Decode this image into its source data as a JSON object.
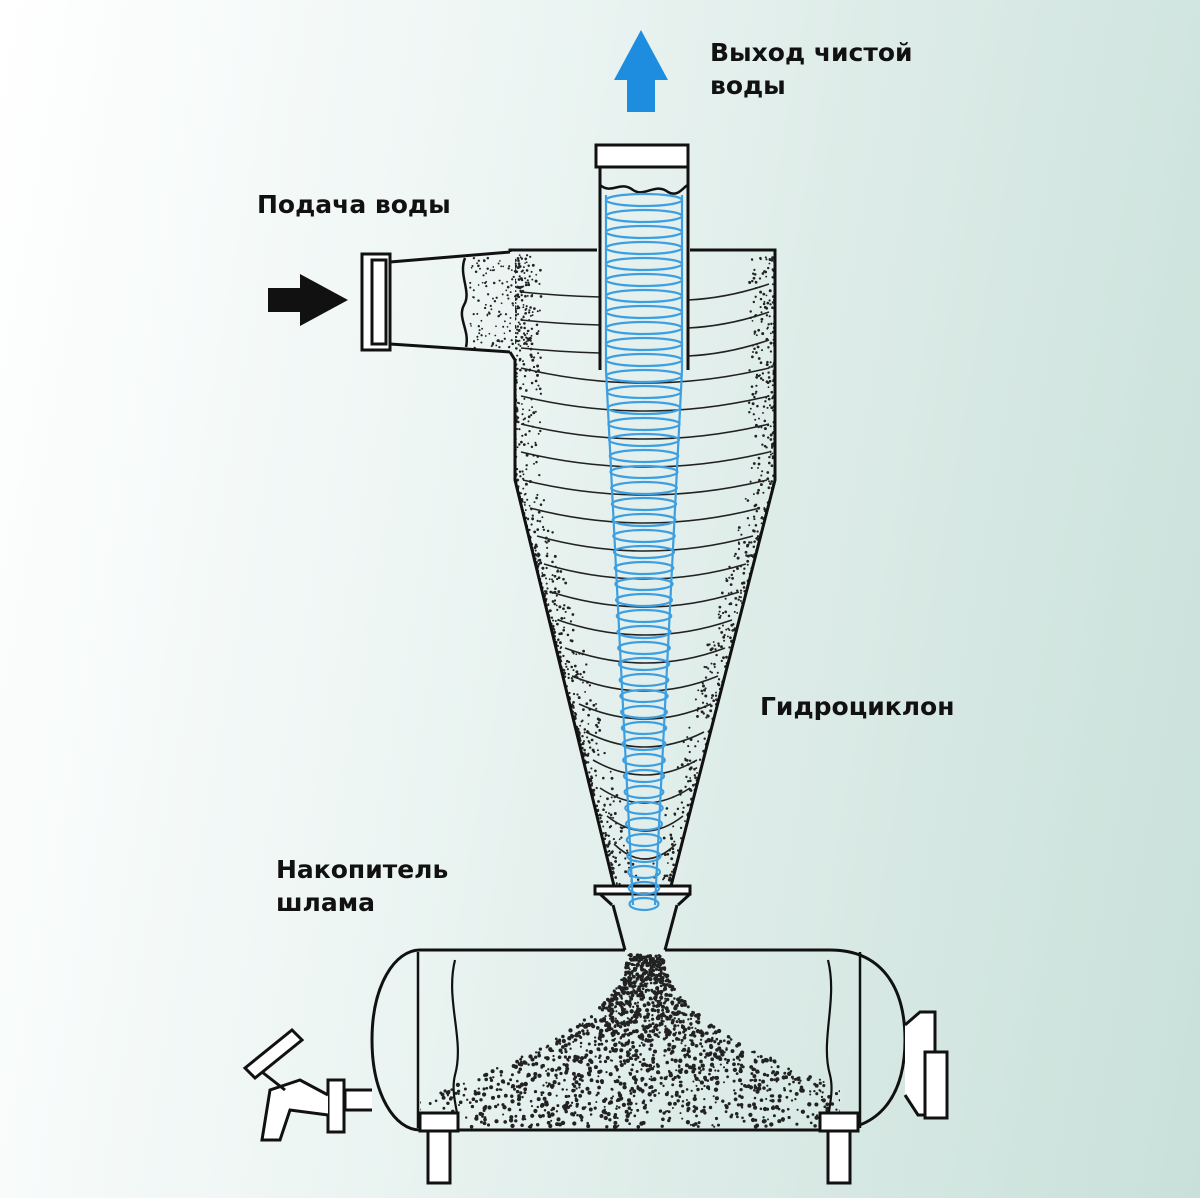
{
  "labels": {
    "outlet": "Выход чистой\nводы",
    "inlet": "Подача воды",
    "cyclone": "Гидроциклон",
    "sludge": "Накопитель\nшлама"
  },
  "colors": {
    "line": "#111111",
    "vortex": "#3d9fe0",
    "arrow_out": "#1e8de0",
    "arrow_in": "#111111"
  },
  "icons": {
    "outlet_arrow": "arrow-up-icon",
    "inlet_arrow": "arrow-right-icon"
  }
}
